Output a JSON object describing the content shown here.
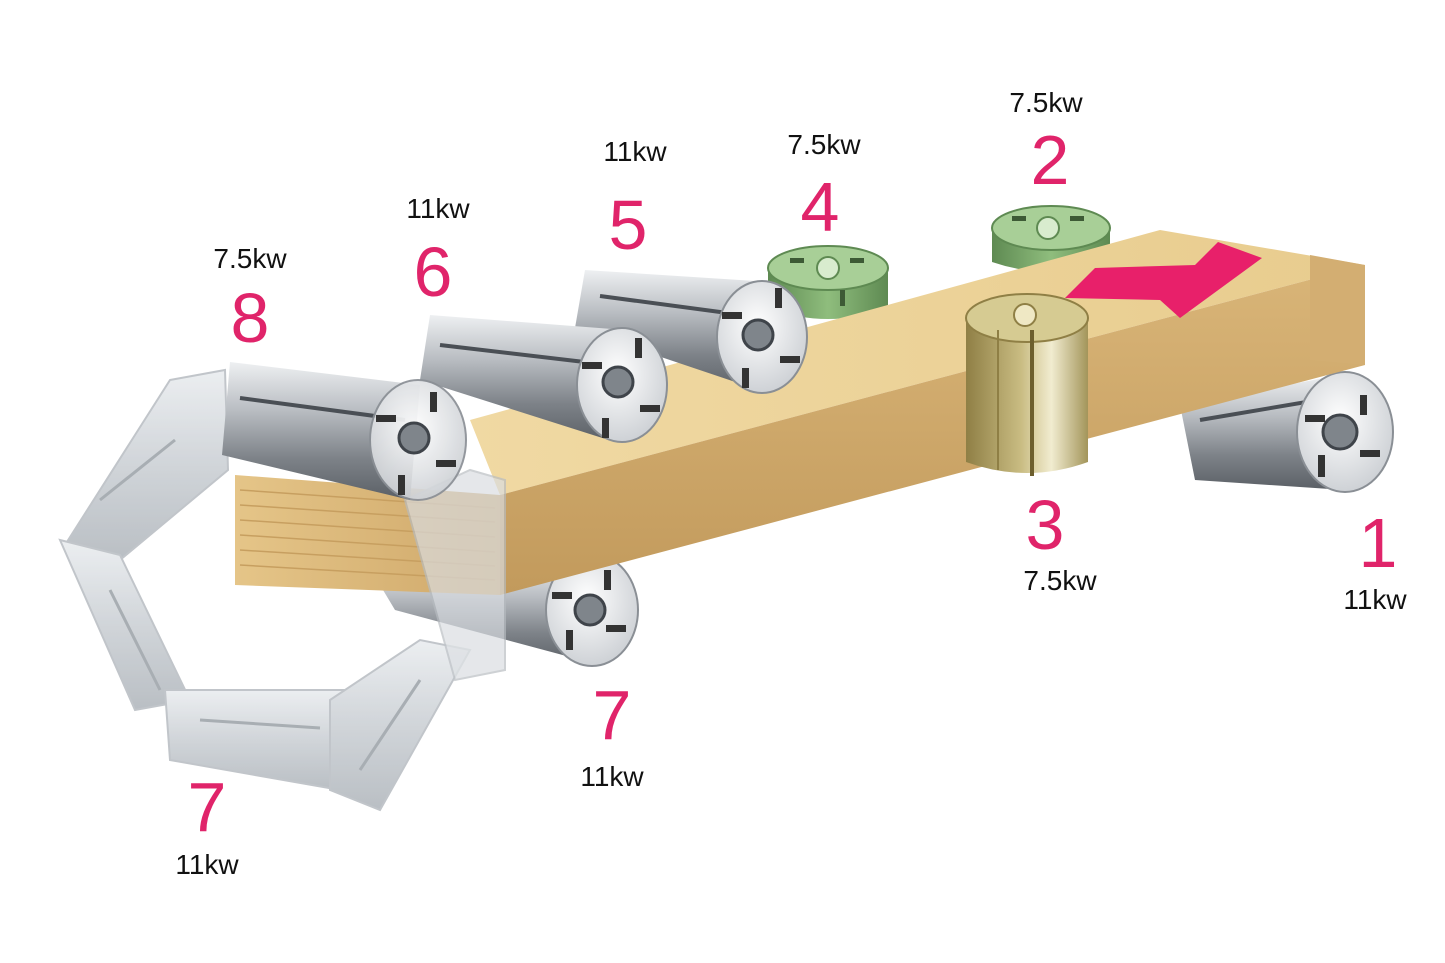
{
  "spindles": [
    {
      "id": "spindle-1",
      "number": "1",
      "power": "11kw"
    },
    {
      "id": "spindle-2",
      "number": "2",
      "power": "7.5kw"
    },
    {
      "id": "spindle-3",
      "number": "3",
      "power": "7.5kw"
    },
    {
      "id": "spindle-4",
      "number": "4",
      "power": "7.5kw"
    },
    {
      "id": "spindle-5",
      "number": "5",
      "power": "11kw"
    },
    {
      "id": "spindle-6",
      "number": "6",
      "power": "11kw"
    },
    {
      "id": "spindle-7-bottom",
      "number": "7",
      "power": "11kw"
    },
    {
      "id": "spindle-7-universal",
      "number": "7",
      "power": "11kw"
    },
    {
      "id": "spindle-8",
      "number": "8",
      "power": "7.5kw"
    }
  ],
  "colors": {
    "label_number": "#e0246a",
    "label_power": "#111111",
    "feed_arrow": "#e8206a",
    "workpiece": "#e2c48a",
    "steel_cutter": "#a9adb2",
    "green_cutter": "#7fa96f",
    "gold_cutter": "#b8a86a"
  }
}
